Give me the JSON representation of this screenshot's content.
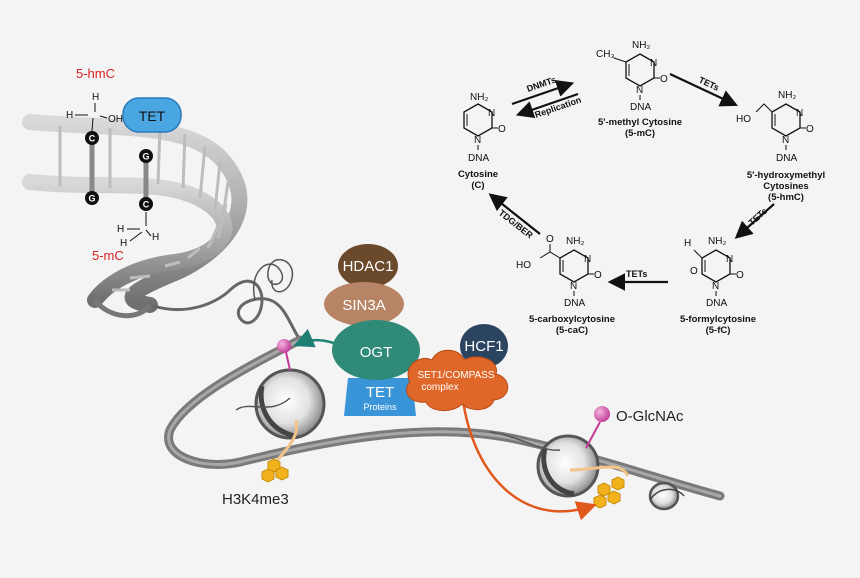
{
  "dna_left": {
    "label_5hmc": "5-hmC",
    "label_5mc": "5-mC",
    "tet_label": "TET",
    "atom_h": "H",
    "atom_oh": "OH",
    "base_c": "C",
    "base_g": "G"
  },
  "cycle": {
    "cytosine": {
      "name": "Cytosine",
      "abbr": "(C)"
    },
    "methyl": {
      "name": "5'-methyl Cytosine",
      "abbr": "(5-mC)"
    },
    "hydroxymethyl": {
      "name1": "5'-hydroxymethyl",
      "name2": "Cytosines",
      "abbr": "(5-hmC)"
    },
    "formyl": {
      "name": "5-formylcytosine",
      "abbr": "(5-fC)"
    },
    "carboxyl": {
      "name": "5-carboxylcytosine",
      "abbr": "(5-caC)"
    },
    "arrows": {
      "dnmts": "DNMTs",
      "replication": "Replication",
      "tets1": "TETs",
      "tets2": "TETs",
      "tets3": "TETs",
      "tdg": "TDG/BER"
    },
    "atoms": {
      "nh2": "NH₂",
      "n": "N",
      "o": "O",
      "dna": "DNA",
      "ch3": "CH₃",
      "ho": "HO",
      "h": "H"
    }
  },
  "complex": {
    "hdac1": "HDAC1",
    "sin3a": "SIN3A",
    "ogt": "OGT",
    "tet": "TET",
    "tet_sub": "Proteins",
    "hcf1": "HCF1",
    "set1_line1": "SET1/COMPASS",
    "set1_line2": "complex"
  },
  "labels": {
    "h3k4me3": "H3K4me3",
    "oglcnac": "O-GlcNAc"
  },
  "colors": {
    "hdac1": "#6b4a2c",
    "sin3a": "#b88466",
    "ogt": "#2f8a78",
    "tet": "#3a95d8",
    "hcf1": "#2b4560",
    "set1": "#e0672a",
    "tet_badge": "#4aa6e3",
    "red_label": "#d42424",
    "pink": "#d94aa8",
    "orange_arrow": "#e0581e",
    "teal_arrow": "#1f7f72",
    "honeycomb": "#f2b21c"
  }
}
